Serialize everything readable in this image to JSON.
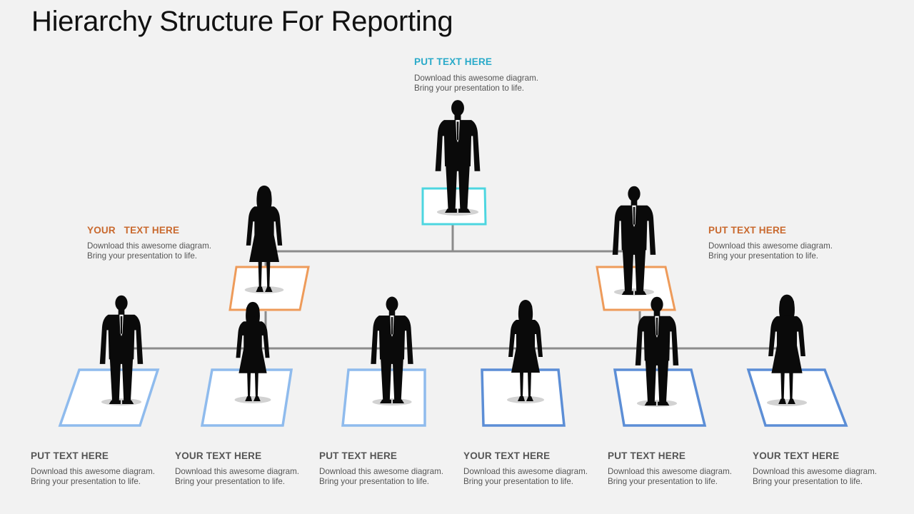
{
  "title": "Hierarchy Structure For Reporting",
  "colors": {
    "background": "#f2f2f2",
    "connector": "#8c8c8c",
    "top_platform": "#4dd6e0",
    "mid_platform": "#ee9b5a",
    "bottom_platform_light": "#8fbbed",
    "bottom_platform_dark": "#5c8ed6",
    "top_label": "#29aac9",
    "mid_label": "#c9692e",
    "bottom_label": "#555555",
    "silhouette": "#0a0a0a"
  },
  "nodes": {
    "top": {
      "label": "PUT TEXT HERE",
      "line1": "Download this awesome diagram.",
      "line2": "Bring your presentation to life.",
      "figure": "man-silhouette-icon"
    },
    "mid_left": {
      "label": "YOUR   TEXT HERE",
      "line1": "Download this awesome diagram.",
      "line2": "Bring your presentation to life.",
      "figure": "woman-silhouette-icon"
    },
    "mid_right": {
      "label": "PUT TEXT HERE",
      "line1": "Download this awesome diagram.",
      "line2": "Bring your presentation to life.",
      "figure": "man-silhouette-icon"
    },
    "bottom": [
      {
        "label": "PUT TEXT HERE",
        "line1": "Download this awesome diagram.",
        "line2": "Bring your presentation to life.",
        "figure": "man-silhouette-icon"
      },
      {
        "label": "YOUR TEXT HERE",
        "line1": "Download this awesome diagram.",
        "line2": "Bring your presentation to life.",
        "figure": "woman-silhouette-icon"
      },
      {
        "label": "PUT TEXT HERE",
        "line1": "Download this awesome diagram.",
        "line2": "Bring your presentation to life.",
        "figure": "man-silhouette-icon"
      },
      {
        "label": "YOUR TEXT HERE",
        "line1": "Download this awesome diagram.",
        "line2": "Bring your presentation to life.",
        "figure": "woman-silhouette-icon"
      },
      {
        "label": "PUT TEXT HERE",
        "line1": "Download this awesome diagram.",
        "line2": "Bring your presentation to life.",
        "figure": "man-silhouette-icon"
      },
      {
        "label": "YOUR TEXT HERE",
        "line1": "Download this awesome diagram.",
        "line2": "Bring your presentation to life.",
        "figure": "woman-silhouette-icon"
      }
    ]
  }
}
